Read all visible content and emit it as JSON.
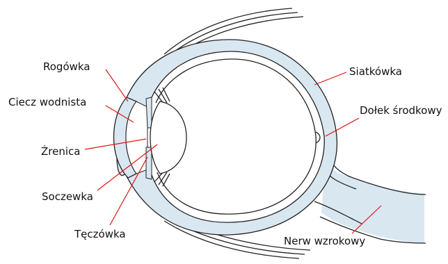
{
  "colors": {
    "tissue": "#d9e7f1",
    "outline": "#222222",
    "leader": "#e0140f",
    "background": "#ffffff"
  },
  "labels": {
    "cornea": "Rogówka",
    "aqueous_humor": "Ciecz wodnista",
    "pupil": "Źrenica",
    "lens": "Soczewka",
    "iris": "Tęczówka",
    "retina": "Siatkówka",
    "fovea": "Dołek środkowy",
    "optic_nerve": "Nerw wzrokowy"
  }
}
